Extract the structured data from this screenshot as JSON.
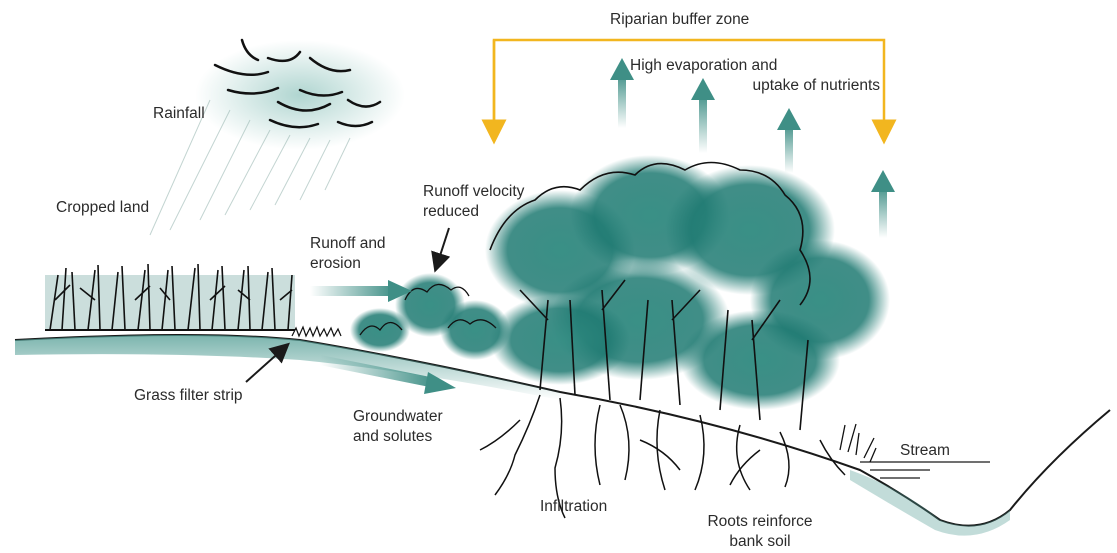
{
  "labels": {
    "riparian_buffer_zone": "Riparian buffer zone",
    "evaporation": [
      "High evaporation and",
      "uptake of nutrients"
    ],
    "rainfall": "Rainfall",
    "cropped_land": "Cropped land",
    "runoff_velocity": [
      "Runoff velocity",
      "reduced"
    ],
    "runoff_erosion": [
      "Runoff and",
      "erosion"
    ],
    "grass_filter_strip": "Grass filter strip",
    "groundwater": [
      "Groundwater",
      "and solutes"
    ],
    "stream": "Stream",
    "infiltration": "Infiltration",
    "roots": [
      "Roots reinforce",
      "bank soil"
    ]
  },
  "colors": {
    "vegetation": "#1f7a72",
    "vegetation_light": "#8fc7bf",
    "bracket": "#f2b61f",
    "ink": "#1a1a1a",
    "arrow_teal": "#3f8f86"
  }
}
